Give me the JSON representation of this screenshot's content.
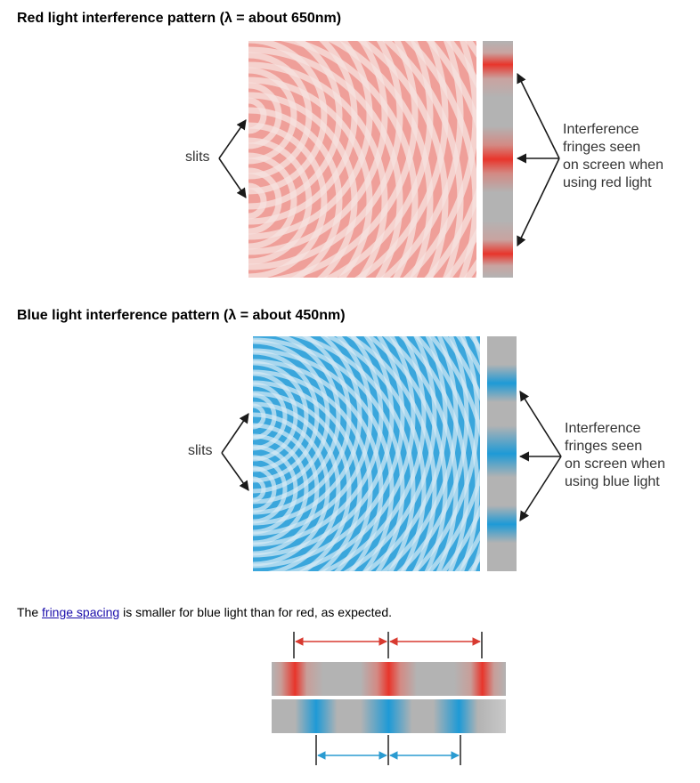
{
  "red_section": {
    "title": "Red light interference pattern (λ = about 650nm)",
    "slits_label": "slits",
    "description_lines": [
      "Interference",
      "fringes seen",
      "on screen when",
      "using red light"
    ],
    "color": "#e8352b"
  },
  "blue_section": {
    "title": "Blue light interference pattern (λ = about 450nm)",
    "slits_label": "slits",
    "description_lines": [
      "Interference",
      "fringes seen",
      "on screen when",
      "using blue light"
    ],
    "color": "#1e9ad6"
  },
  "note": {
    "prefix": "The ",
    "link_text": "fringe spacing",
    "suffix": " is smaller for blue light than for red, as expected."
  },
  "colors": {
    "arrow_red": "#d83a30",
    "arrow_blue": "#2a9bd1",
    "screen_grey": "#b3b3b3"
  }
}
